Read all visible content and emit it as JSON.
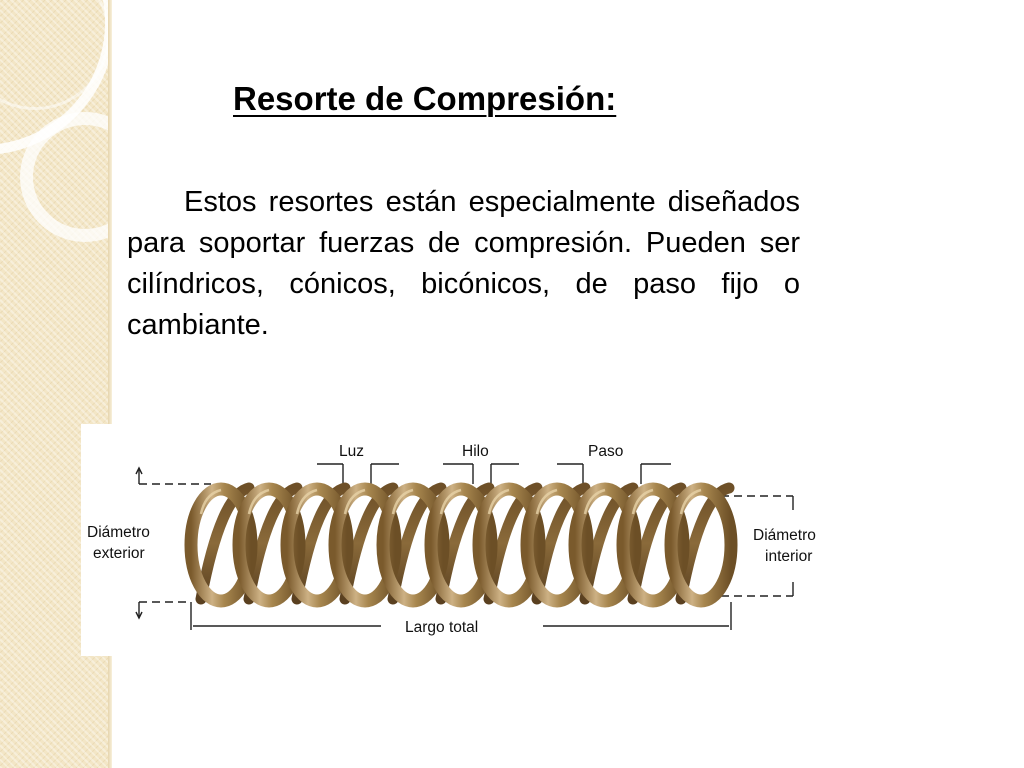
{
  "slide": {
    "title": "Resorte de Compresión:",
    "body": "Estos resortes están especialmente diseñados para soportar fuerzas de compresión. Pueden ser cilíndricos, cónicos, bicónicos, de paso fijo o cambiante."
  },
  "diagram": {
    "labels": {
      "luz": "Luz",
      "hilo": "Hilo",
      "paso": "Paso",
      "diametro_exterior_1": "Diámetro",
      "diametro_exterior_2": "exterior",
      "diametro_interior_1": "Diámetro",
      "diametro_interior_2": "interior",
      "largo_total": "Largo total"
    },
    "spring_color": "#9a7a48"
  },
  "colors": {
    "strip_background": "#f3e6c6",
    "text": "#000000"
  }
}
